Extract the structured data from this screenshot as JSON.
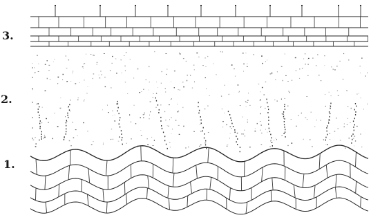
{
  "figure": {
    "labels": {
      "stratum_3": "3.",
      "stratum_2": "2.",
      "stratum_1": "1."
    }
  }
}
